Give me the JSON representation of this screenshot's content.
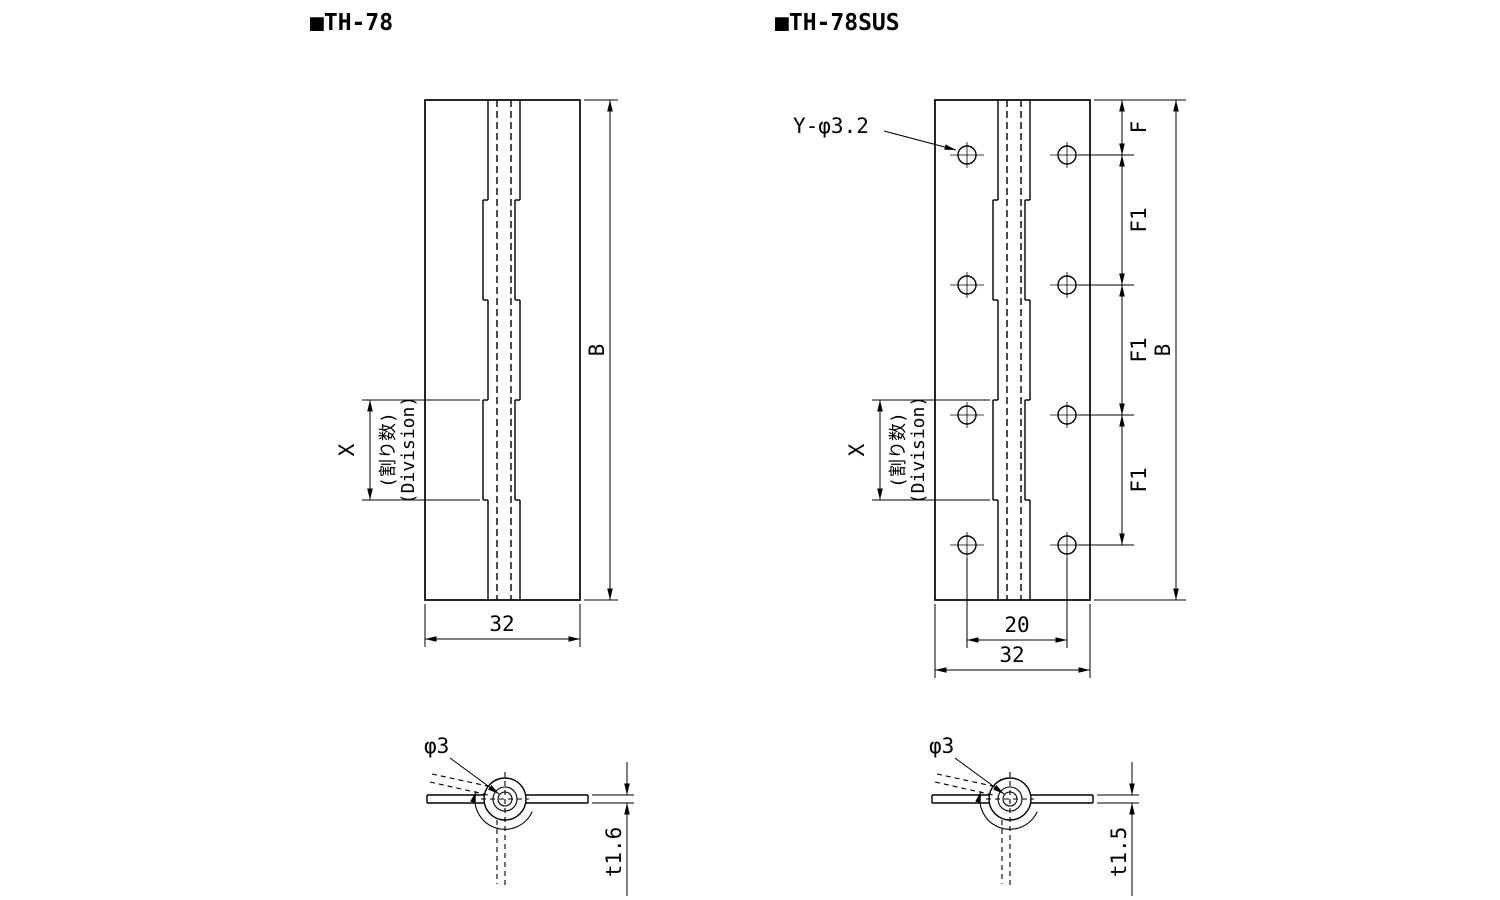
{
  "drawings": {
    "th78": {
      "title": "■TH-78",
      "front": {
        "dim_length_label": "B",
        "dim_width_label": "32",
        "dim_division_label": "X",
        "dim_division_note_jp": "(割り数)",
        "dim_division_note_en": "(Division)"
      },
      "section": {
        "pin_dia_label": "φ3",
        "thickness_label": "t1.6"
      }
    },
    "th78sus": {
      "title": "■TH-78SUS",
      "front": {
        "hole_label": "Y-φ3.2",
        "dim_length_label": "B",
        "dim_width_label": "32",
        "dim_hole_pitch_label": "20",
        "dim_edge_label": "F",
        "dim_row_pitch_label": "F1",
        "dim_division_label": "X",
        "dim_division_note_jp": "(割り数)",
        "dim_division_note_en": "(Division)"
      },
      "section": {
        "pin_dia_label": "φ3",
        "thickness_label": "t1.5"
      }
    }
  },
  "colors": {
    "line": "#000000",
    "background": "#ffffff"
  }
}
